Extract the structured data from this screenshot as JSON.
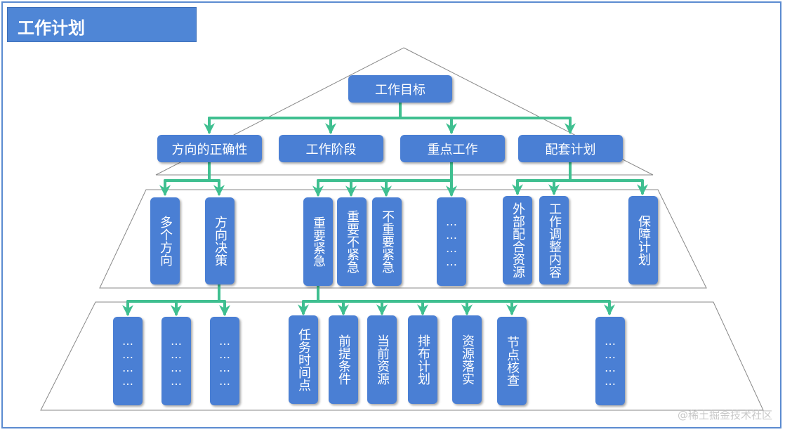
{
  "title": "工作计划",
  "watermark": "@稀土掘金技术社区",
  "colors": {
    "node": "#4a7fd4",
    "connector": "#3fbf90",
    "title_bg": "#4f86d6",
    "frame": "#5b8bd0"
  },
  "root": {
    "label": "工作目标"
  },
  "level1": [
    {
      "label": "方向的正确性"
    },
    {
      "label": "工作阶段"
    },
    {
      "label": "重点工作"
    },
    {
      "label": "配套计划"
    }
  ],
  "level2": [
    {
      "label": "多个方向"
    },
    {
      "label": "方向决策"
    },
    {
      "label": "重要紧急"
    },
    {
      "label": "重要不紧急"
    },
    {
      "label": "不重要紧急"
    },
    {
      "label": "…\n…\n…\n…"
    },
    {
      "label": "外部配合资源"
    },
    {
      "label": "工作调整内容"
    },
    {
      "label": "保障计划"
    }
  ],
  "level3": [
    {
      "label": "…\n…\n…\n…"
    },
    {
      "label": "…\n…\n…\n…"
    },
    {
      "label": "…\n…\n…\n…"
    },
    {
      "label": "任务时间点"
    },
    {
      "label": "前提条件"
    },
    {
      "label": "当前资源"
    },
    {
      "label": "排布计划"
    },
    {
      "label": "资源落实"
    },
    {
      "label": "节点核查"
    },
    {
      "label": "…\n…\n…\n…"
    }
  ]
}
